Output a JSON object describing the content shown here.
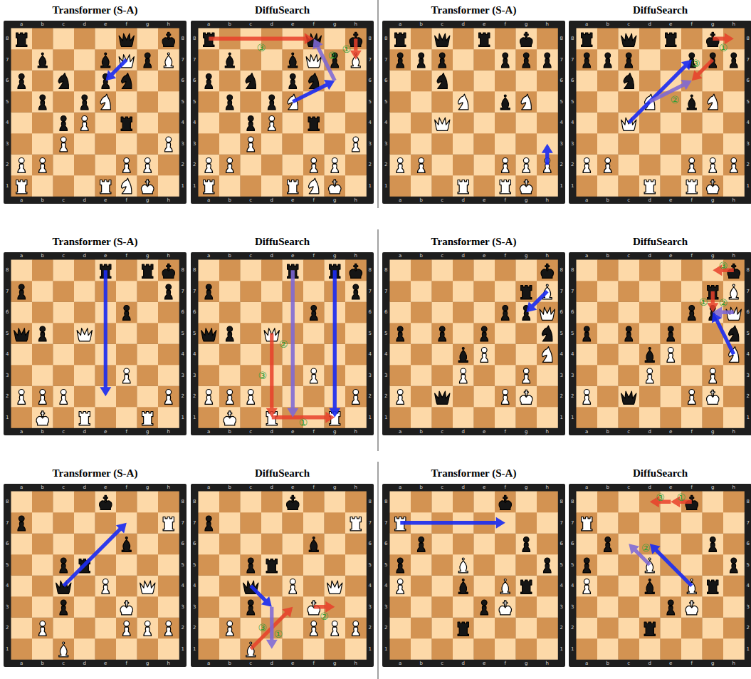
{
  "diagram": {
    "labels": [
      "Transformer (S-A)",
      "a",
      "b",
      "c",
      "d",
      "e",
      "f",
      "g",
      "h",
      "8",
      "7",
      "6",
      "5",
      "4",
      "3",
      "2",
      "1",
      "8",
      "7",
      "6",
      "5",
      "4",
      "3",
      "2",
      "1",
      "a",
      "b",
      "c",
      "d",
      "e",
      "f",
      "g",
      "h",
      "DiffuSearch",
      "a",
      "b",
      "c",
      "d",
      "e",
      "f",
      "g",
      "h",
      "8",
      "7",
      "6",
      "5",
      "4",
      "3",
      "2",
      "1",
      "8",
      "7",
      "6",
      "5",
      "4",
      "3",
      "2",
      "1",
      "a",
      "b",
      "c",
      "d",
      "e",
      "f",
      "g",
      "h",
      "①",
      "②",
      "③",
      "Transformer (S-A)",
      "a",
      "b",
      "c",
      "d",
      "e",
      "f",
      "g",
      "h",
      "8",
      "7",
      "6",
      "5",
      "4",
      "3",
      "2",
      "1",
      "8",
      "7",
      "6",
      "5",
      "4",
      "3",
      "2",
      "1",
      "a",
      "b",
      "c",
      "d",
      "e",
      "f",
      "g",
      "h",
      "DiffuSearch",
      "a",
      "b",
      "c",
      "d",
      "e",
      "f",
      "g",
      "h",
      "8",
      "7",
      "6",
      "5",
      "4",
      "3",
      "2",
      "1",
      "8",
      "7",
      "6",
      "5",
      "4",
      "3",
      "2",
      "1",
      "a",
      "b",
      "c",
      "d",
      "e",
      "f",
      "g",
      "h",
      "①",
      "②",
      "③",
      "Transformer (S-A)",
      "a",
      "b",
      "c",
      "d",
      "e",
      "f",
      "g",
      "h",
      "8",
      "7",
      "6",
      "5",
      "4",
      "3",
      "2",
      "1",
      "8",
      "7",
      "6",
      "5",
      "4",
      "3",
      "2",
      "1",
      "a",
      "b",
      "c",
      "d",
      "e",
      "f",
      "g",
      "h",
      "DiffuSearch",
      "a",
      "b",
      "c",
      "d",
      "e",
      "f",
      "g",
      "h",
      "8",
      "7",
      "6",
      "5",
      "4",
      "3",
      "2",
      "1",
      "8",
      "7",
      "6",
      "5",
      "4",
      "3",
      "2",
      "1",
      "a",
      "b",
      "c",
      "d",
      "e",
      "f",
      "g",
      "h",
      "①",
      "②",
      "③",
      "Transformer (S-A)",
      "a",
      "b",
      "c",
      "d",
      "e",
      "f",
      "g",
      "h",
      "8",
      "7",
      "6",
      "5",
      "4",
      "3",
      "2",
      "1",
      "8",
      "7",
      "6",
      "5",
      "4",
      "3",
      "2",
      "1",
      "a",
      "b",
      "c",
      "d",
      "e",
      "f",
      "g",
      "h",
      "DiffuSearch",
      "a",
      "b",
      "c",
      "d",
      "e",
      "f",
      "g",
      "h",
      "8",
      "7",
      "6",
      "5",
      "4",
      "3",
      "2",
      "1",
      "8",
      "7",
      "6",
      "5",
      "4",
      "3",
      "2",
      "1",
      "a",
      "b",
      "c",
      "d",
      "e",
      "f",
      "g",
      "h",
      "①",
      "②",
      "③",
      "Transformer (S-A)",
      "a",
      "b",
      "c",
      "d",
      "e",
      "f",
      "g",
      "h",
      "8",
      "7",
      "6",
      "5",
      "4",
      "3",
      "2",
      "1",
      "8",
      "7",
      "6",
      "5",
      "4",
      "3",
      "2",
      "1",
      "a",
      "b",
      "c",
      "d",
      "e",
      "f",
      "g",
      "h",
      "DiffuSearch",
      "a",
      "b",
      "c",
      "d",
      "e",
      "f",
      "g",
      "h",
      "8",
      "7",
      "6",
      "5",
      "4",
      "3",
      "2",
      "1",
      "8",
      "7",
      "6",
      "5",
      "4",
      "3",
      "2",
      "1",
      "a",
      "b",
      "c",
      "d",
      "e",
      "f",
      "g",
      "h",
      "①",
      "②",
      "③",
      "Transformer (S-A)",
      "a",
      "b",
      "c",
      "d",
      "e",
      "f",
      "g",
      "h",
      "8",
      "7",
      "6",
      "5",
      "4",
      "3",
      "2",
      "1",
      "8",
      "7",
      "6",
      "5",
      "4",
      "3",
      "2",
      "1",
      "a",
      "b",
      "c",
      "d",
      "e",
      "f",
      "g",
      "h",
      "DiffuSearch",
      "a",
      "b",
      "c",
      "d",
      "e",
      "f",
      "g",
      "h",
      "8",
      "7",
      "6",
      "5",
      "4",
      "3",
      "2",
      "1",
      "8",
      "7",
      "6",
      "5",
      "4",
      "3",
      "2",
      "1",
      "a",
      "b",
      "c",
      "d",
      "e",
      "f",
      "g",
      "h",
      "①",
      "②",
      "③"
    ]
  }
}
